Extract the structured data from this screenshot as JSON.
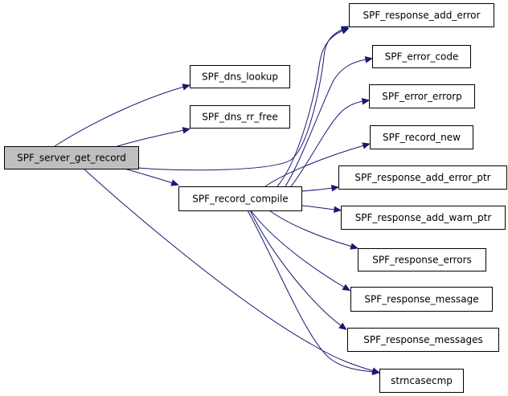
{
  "graph": {
    "edge_color": "#191970",
    "node_fill": "#ffffff",
    "root_fill": "#bfbfbf",
    "nodes": [
      {
        "id": "server_get_record",
        "label": "SPF_server_get_record",
        "root": true
      },
      {
        "id": "dns_lookup",
        "label": "SPF_dns_lookup"
      },
      {
        "id": "dns_rr_free",
        "label": "SPF_dns_rr_free"
      },
      {
        "id": "record_compile",
        "label": "SPF_record_compile"
      },
      {
        "id": "response_add_error",
        "label": "SPF_response_add_error"
      },
      {
        "id": "error_code",
        "label": "SPF_error_code"
      },
      {
        "id": "error_errorp",
        "label": "SPF_error_errorp"
      },
      {
        "id": "record_new",
        "label": "SPF_record_new"
      },
      {
        "id": "response_add_error_ptr",
        "label": "SPF_response_add_error_ptr"
      },
      {
        "id": "response_add_warn_ptr",
        "label": "SPF_response_add_warn_ptr"
      },
      {
        "id": "response_errors",
        "label": "SPF_response_errors"
      },
      {
        "id": "response_message",
        "label": "SPF_response_message"
      },
      {
        "id": "response_messages",
        "label": "SPF_response_messages"
      },
      {
        "id": "strncasecmp",
        "label": "strncasecmp"
      }
    ],
    "edges": [
      {
        "from": "server_get_record",
        "to": "dns_lookup"
      },
      {
        "from": "server_get_record",
        "to": "dns_rr_free"
      },
      {
        "from": "server_get_record",
        "to": "response_add_error"
      },
      {
        "from": "server_get_record",
        "to": "record_compile"
      },
      {
        "from": "server_get_record",
        "to": "strncasecmp"
      },
      {
        "from": "record_compile",
        "to": "response_add_error"
      },
      {
        "from": "record_compile",
        "to": "error_code"
      },
      {
        "from": "record_compile",
        "to": "error_errorp"
      },
      {
        "from": "record_compile",
        "to": "record_new"
      },
      {
        "from": "record_compile",
        "to": "response_add_error_ptr"
      },
      {
        "from": "record_compile",
        "to": "response_add_warn_ptr"
      },
      {
        "from": "record_compile",
        "to": "response_errors"
      },
      {
        "from": "record_compile",
        "to": "response_message"
      },
      {
        "from": "record_compile",
        "to": "response_messages"
      },
      {
        "from": "record_compile",
        "to": "strncasecmp"
      }
    ]
  }
}
